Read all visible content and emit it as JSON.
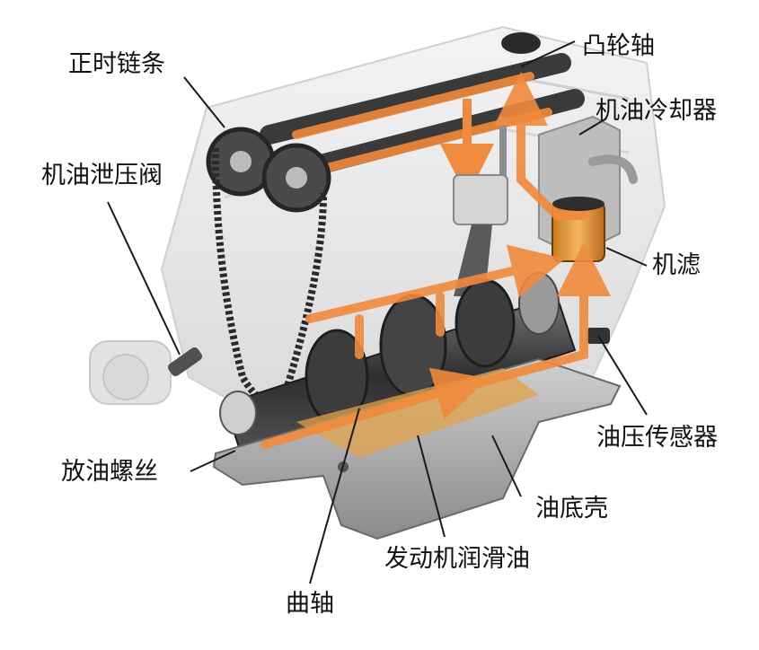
{
  "labels": {
    "timing_chain": "正时链条",
    "camshaft": "凸轮轴",
    "oil_cooler": "机油冷却器",
    "pressure_relief_valve": "机油泄压阀",
    "oil_filter": "机滤",
    "oil_pressure_sensor": "油压传感器",
    "drain_plug": "放油螺丝",
    "oil_pan": "油底壳",
    "engine_oil": "发动机润滑油",
    "crankshaft": "曲轴"
  },
  "colors": {
    "oil_flow": "#f08a3c",
    "oil_pool": "#e0a24a",
    "engine_body": "#e6e6e6",
    "metal_dark": "#3a3a3a",
    "leader_line": "#1a1a1a"
  }
}
